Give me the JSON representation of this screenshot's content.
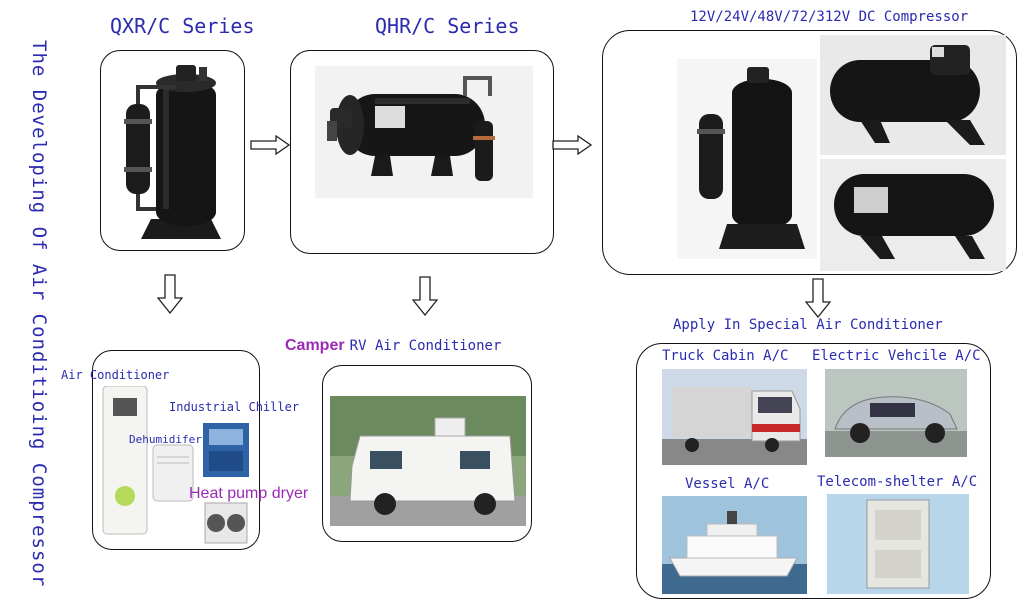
{
  "side_title": "The Developing Of Air Conditioing Compressor",
  "series": {
    "qxr": "QXR/C Series",
    "qhr": "QHR/C Series",
    "dc": "12V/24V/48V/72/312V DC Compressor"
  },
  "applications": {
    "qxr_labels": {
      "air_conditioner": "Air Conditioner",
      "industrial_chiller": "Industrial Chiller",
      "dehumidifier": "Dehumidifer",
      "heat_pump_dryer": "Heat pump dryer"
    },
    "qhr_label_prefix": "Camper",
    "qhr_label_rest": "RV Air Conditioner",
    "dc_heading": "Apply In Special Air Conditioner",
    "dc_labels": {
      "truck": "Truck Cabin A/C",
      "ev": "Electric Vehcile A/C",
      "vessel": "Vessel A/C",
      "telecom": "Telecom-shelter A/C"
    }
  },
  "colors": {
    "text_blue": "#2b2bb0",
    "purple": "#9b2bb5",
    "compressor_black": "#151515"
  }
}
